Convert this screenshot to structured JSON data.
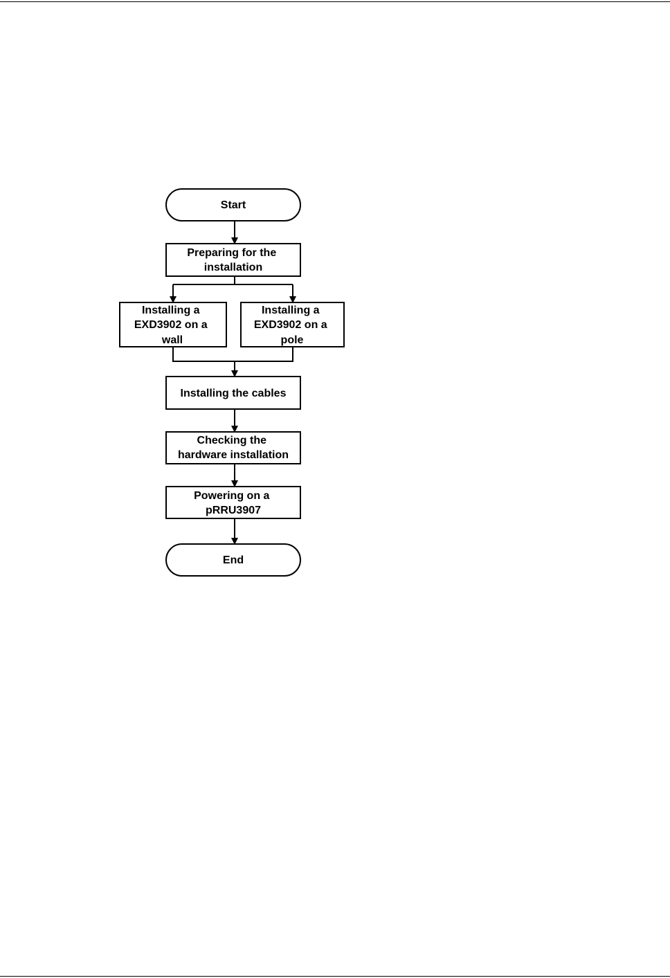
{
  "flowchart": {
    "start": {
      "label": "Start"
    },
    "prepare": {
      "lines": [
        "Preparing for the",
        "installation"
      ]
    },
    "install_wall": {
      "lines": [
        "Installing a",
        "EXD3902 on a",
        "wall"
      ]
    },
    "install_pole": {
      "lines": [
        "Installing a",
        "EXD3902 on a",
        "pole"
      ]
    },
    "install_cables": {
      "lines": [
        "Installing the cables"
      ]
    },
    "check_hardware": {
      "lines": [
        "Checking the",
        "hardware installation"
      ]
    },
    "power_on": {
      "lines": [
        "Powering on a",
        "pRRU3907"
      ]
    },
    "end": {
      "label": "End"
    }
  }
}
